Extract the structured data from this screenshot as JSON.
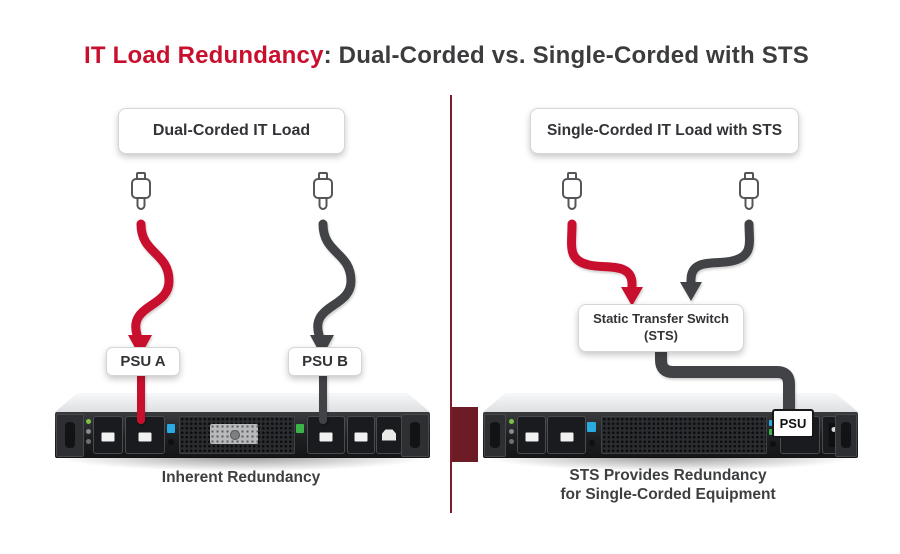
{
  "title": {
    "highlight": "IT Load Redundancy",
    "rest": ": Dual-Corded vs. Single-Corded with STS"
  },
  "left_panel": {
    "header_label": "Dual-Corded IT Load",
    "psu_a_label": "PSU A",
    "psu_b_label": "PSU B",
    "caption": "Inherent Redundancy"
  },
  "right_panel": {
    "header_label": "Single-Corded IT Load with STS",
    "sts_line1": "Static Transfer Switch",
    "sts_line2": "(STS)",
    "server_psu_tag": "PSU",
    "caption_line1": "STS Provides Redundancy",
    "caption_line2": "for Single-Corded Equipment"
  },
  "icons": {
    "plug": "power-plug-icon",
    "arrow": "arrowhead-down-icon"
  },
  "colors": {
    "accent_red": "#C8102E",
    "cable_dark": "#424346",
    "divider_line": "#7E1C2A",
    "divider_block": "#6D1B25",
    "text_dark": "#3B3C3E",
    "caption_gray": "#3E3F41",
    "box_border": "#D6D6D6",
    "box_background": "#FFFFFF",
    "led_green": "#7DC242",
    "accent_blue": "#29ABE2",
    "accent_green": "#3BB54A"
  }
}
